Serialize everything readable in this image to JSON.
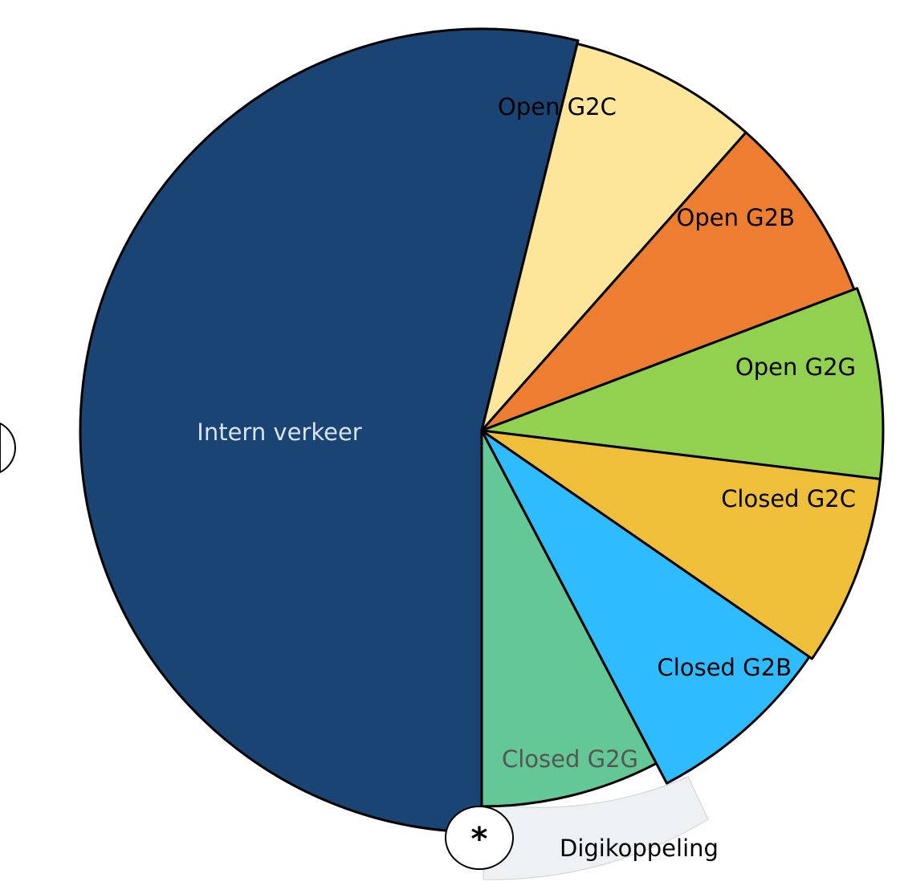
{
  "chart_data": {
    "type": "pie",
    "slices": [
      {
        "label": "Intern verkeer",
        "value": 50,
        "color": "#1a4474",
        "text_color": "#d8e3ef"
      },
      {
        "label": "Open G2C",
        "value": 7.14,
        "color": "#fde699",
        "text_color": "#000000"
      },
      {
        "label": "Open G2B",
        "value": 7.14,
        "color": "#ed7d31",
        "text_color": "#000000"
      },
      {
        "label": "Open G2G",
        "value": 7.14,
        "color": "#92d050",
        "text_color": "#000000"
      },
      {
        "label": "Closed G2C",
        "value": 7.14,
        "color": "#f0bf3a",
        "text_color": "#000000"
      },
      {
        "label": "Closed G2B",
        "value": 7.14,
        "color": "#2fbcff",
        "text_color": "#000000"
      },
      {
        "label": "Closed G2G",
        "value": 7.14,
        "color": "#63c896",
        "text_color": "#555555"
      }
    ]
  },
  "band": {
    "label": "Digikoppeling",
    "color": "#eef1f4"
  },
  "marker": {
    "symbol": "*"
  }
}
